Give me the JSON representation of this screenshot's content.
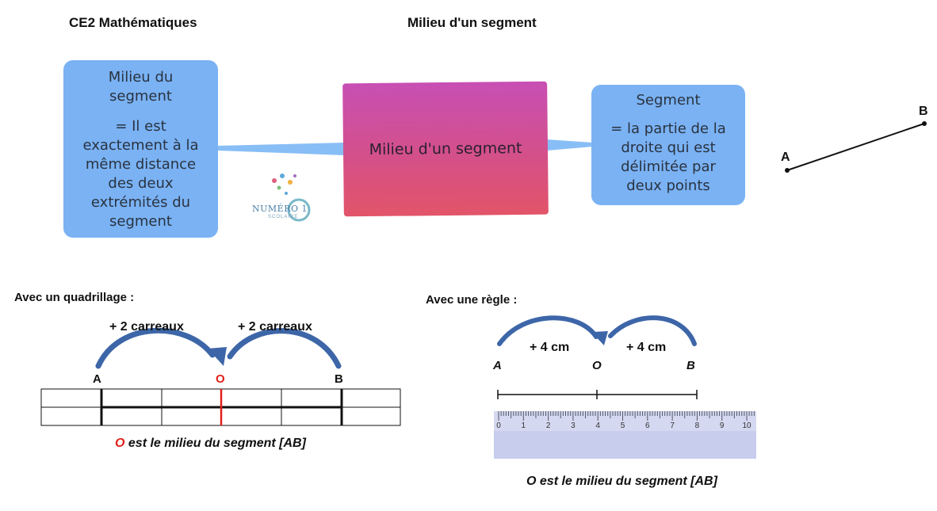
{
  "header": {
    "left": "CE2 Mathématiques",
    "center": "Milieu d'un segment"
  },
  "mindmap": {
    "left_box": {
      "title": "Milieu du segment",
      "body": "= Il est exactement à la même distance des deux extrémités du segment"
    },
    "center_box": {
      "label": "Milieu d'un segment"
    },
    "right_box": {
      "title": "Segment",
      "body": "= la partie de la droite qui est délimitée par deux points"
    }
  },
  "segment_diagram": {
    "point_a": "A",
    "point_b": "B"
  },
  "logo": {
    "text": "NUMÉRO 1",
    "subtext": "SCOLAIRE"
  },
  "quadrillage": {
    "title": "Avec un quadrillage :",
    "arc_left": "+  2 carreaux",
    "arc_right": "+ 2 carreaux",
    "point_a": "A",
    "point_o": "O",
    "point_b": "B",
    "caption_o": "O",
    "caption_rest": " est le milieu du segment [AB]"
  },
  "regle": {
    "title": "Avec une règle :",
    "arc_left": "+ 4 cm",
    "arc_right": "+ 4 cm",
    "point_a": "A",
    "point_o": "O",
    "point_b": "B",
    "ruler_ticks": [
      "0",
      "1",
      "2",
      "3",
      "4",
      "5",
      "6",
      "7",
      "8",
      "9",
      "10"
    ],
    "caption": "O est le milieu du segment [AB]"
  },
  "colors": {
    "blue_box": "#7ab2f4",
    "pink_box": "#d4508a",
    "arrow": "#3d66a8",
    "red": "#e0201a"
  }
}
